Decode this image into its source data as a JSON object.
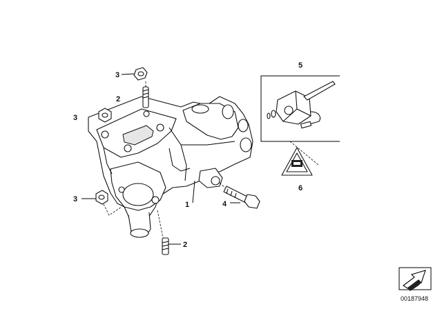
{
  "callouts": [
    {
      "id": "c3a",
      "text": "3"
    },
    {
      "id": "c2a",
      "text": "2"
    },
    {
      "id": "c3b",
      "text": "3"
    },
    {
      "id": "c3c",
      "text": "3"
    },
    {
      "id": "c1",
      "text": "1"
    },
    {
      "id": "c4",
      "text": "4"
    },
    {
      "id": "c2b",
      "text": "2"
    },
    {
      "id": "c5",
      "text": "5"
    },
    {
      "id": "c6",
      "text": "6"
    }
  ],
  "document_id": "00187948"
}
